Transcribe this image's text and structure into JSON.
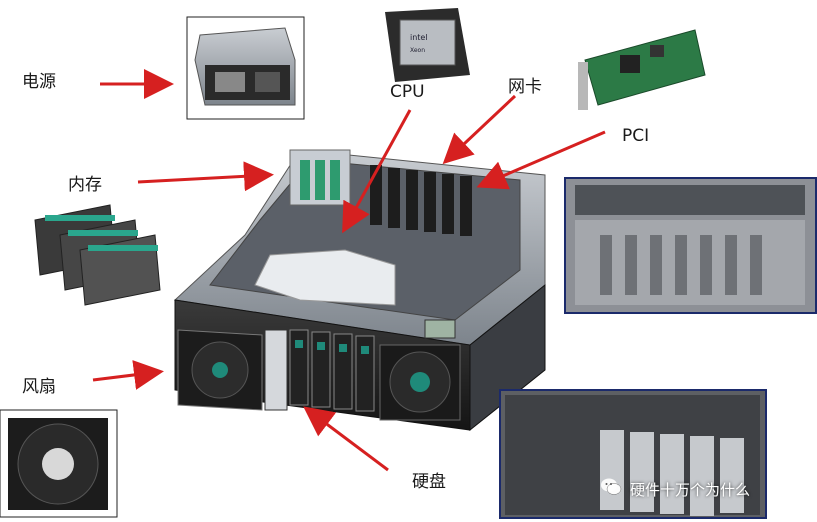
{
  "labels": {
    "power": "电源",
    "memory": "内存",
    "fan": "风扇",
    "cpu": "CPU",
    "nic": "网卡",
    "pci": "PCI",
    "disk": "硬盘"
  },
  "watermark": {
    "text": "硬件十万个为什么",
    "icon": "wechat-icon"
  },
  "colors": {
    "arrow": "#d62020",
    "chassis": "#2b2b2b",
    "chassis_light": "#8a8f96",
    "accent_green": "#1f8a7a",
    "frame_border": "#1b2a6b"
  }
}
